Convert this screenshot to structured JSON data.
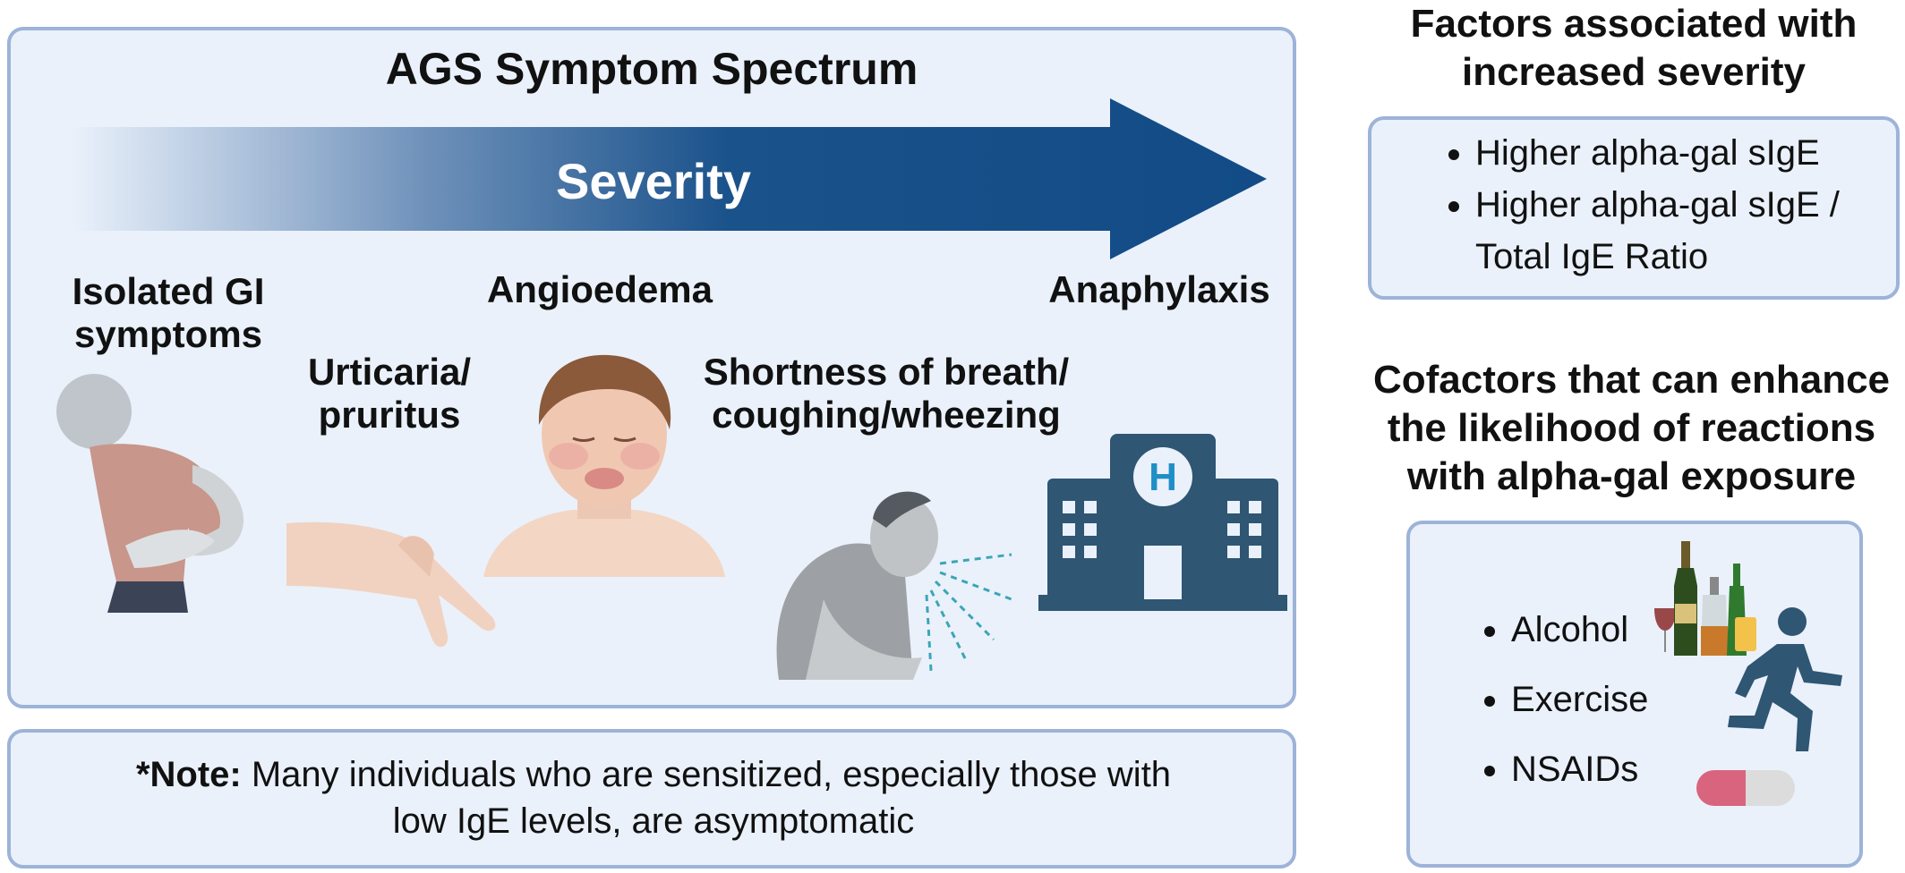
{
  "spectrum": {
    "title": "AGS Symptom Spectrum",
    "arrow_label": "Severity",
    "arrow_color": "#14508a",
    "symptoms": [
      {
        "label": "Isolated GI symptoms",
        "icon": "stomach-pain-person-icon"
      },
      {
        "label": "Urticaria/ pruritus",
        "icon": "scratching-hand-icon"
      },
      {
        "label": "Angioedema",
        "icon": "swollen-face-icon"
      },
      {
        "label": "Shortness of breath/ coughing/wheezing",
        "icon": "coughing-person-icon"
      },
      {
        "label": "Anaphylaxis",
        "icon": "hospital-icon"
      }
    ]
  },
  "note": {
    "prefix": "*Note:",
    "text": "Many individuals who are sensitized, especially those with low IgE levels, are asymptomatic"
  },
  "severity_factors": {
    "heading": "Factors associated with increased severity",
    "items": [
      "Higher alpha-gal sIgE",
      "Higher alpha-gal sIgE / Total IgE Ratio"
    ]
  },
  "cofactors": {
    "heading": "Cofactors that can enhance the likelihood of reactions with alpha-gal exposure",
    "items": [
      {
        "label": "Alcohol",
        "icon": "alcohol-bottles-icon"
      },
      {
        "label": "Exercise",
        "icon": "running-person-icon"
      },
      {
        "label": "NSAIDs",
        "icon": "pill-capsule-icon"
      }
    ]
  },
  "colors": {
    "panel_bg": "#eaf1fb",
    "panel_border": "#9db3d8",
    "hospital": "#2f5673"
  }
}
